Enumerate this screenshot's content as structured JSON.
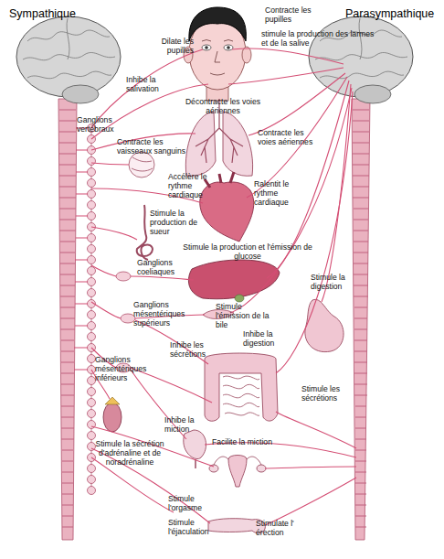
{
  "diagram": {
    "labels": [
      "Sympathique",
      "Parasympathique",
      "Dilate les pupilles",
      "Contracte les pupilles",
      "stimule la production des larmes et de la salive",
      "Inhibe la salivation",
      "Décontracte les voies aériennes",
      "Ganglions vertébraux",
      "Contracte les voies aériennes",
      "Contracte les vaisseaux sanguins",
      "Accélère le rythme cardiaque",
      "Ralentit le rythme cardiaque",
      "Stimule la production de sueur",
      "Stimule la production et l'émission de glucose",
      "Ganglions coeliaques",
      "Stimule la digestion",
      "Stimule l'émission de la bile",
      "Ganglions mésentériques supérieurs",
      "Inhibe la digestion",
      "Inhibe les sécrétions",
      "Stimule les sécrétions",
      "Ganglions mésentériques inférieurs",
      "Inhibe la miction",
      "Stimule la sécrétion d'adrénaline et de noradrénaline",
      "Facilite la miction",
      "Stimule l'orgasme",
      "Stimule l'éjaculation",
      "Stimulate l' érection"
    ]
  }
}
